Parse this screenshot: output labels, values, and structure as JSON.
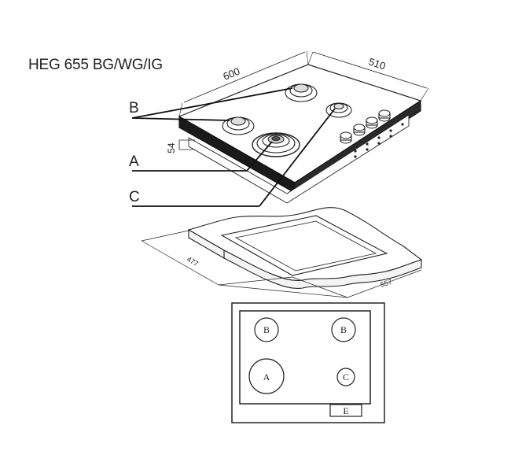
{
  "title": "HEG 655 BG/WG/IG",
  "dimensions": {
    "width": "600",
    "depth": "510",
    "height": "54",
    "cutout_width": "557",
    "cutout_depth": "477"
  },
  "callouts": {
    "b": "B",
    "a": "A",
    "c": "C"
  },
  "layout_labels": {
    "burner_top_left": "B",
    "burner_top_right": "B",
    "burner_bottom_left": "A",
    "burner_bottom_right": "C",
    "control_panel": "E"
  }
}
